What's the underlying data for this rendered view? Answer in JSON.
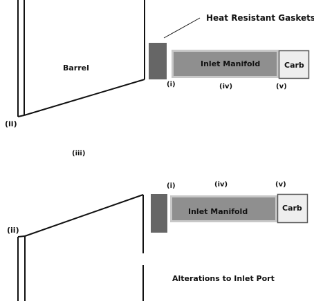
{
  "colors": {
    "line": "#111111",
    "gasket": "#666666",
    "manifold_fill": "#8f8f8f",
    "manifold_border": "#c8c8c8",
    "carb_fill": "#eeeeee",
    "carb_border": "#555555"
  },
  "callout": {
    "label": "Heat Resistant Gaskets"
  },
  "top_assembly": {
    "barrel_label": "Barrel",
    "barrel_marker": "(ii)",
    "gasket_marker": "(i)",
    "manifold_label": "Inlet Manifold",
    "manifold_marker": "(iv)",
    "carb_label": "Carb",
    "carb_marker": "(v)"
  },
  "divider_marker": "(iii)",
  "bottom_assembly": {
    "barrel_marker": "(ii)",
    "gasket_marker": "(i)",
    "manifold_label": "Inlet Manifold",
    "manifold_marker": "(iv)",
    "carb_label": "Carb",
    "carb_marker": "(v)"
  },
  "caption": "Alterations to Inlet Port"
}
